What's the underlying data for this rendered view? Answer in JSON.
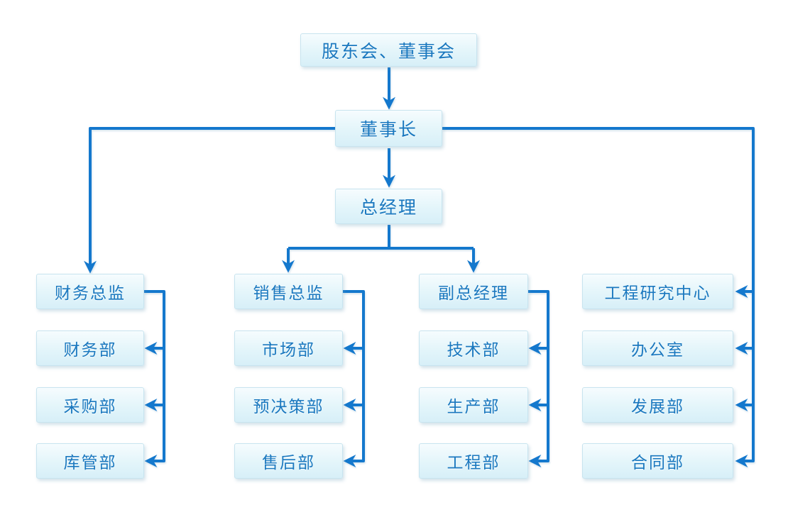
{
  "diagram": {
    "type": "org-chart",
    "colors": {
      "connector": "#1478cd",
      "node_text": "#1a78bf",
      "node_bg_top": "#f6fcfe",
      "node_bg_bottom": "#d7eff8",
      "node_border": "#c8e4ef"
    },
    "nodes": {
      "board": {
        "label": "股东会、董事会"
      },
      "chairman": {
        "label": "董事长"
      },
      "gm": {
        "label": "总经理"
      },
      "cfo": {
        "label": "财务总监"
      },
      "finance": {
        "label": "财务部"
      },
      "purchasing": {
        "label": "采购部"
      },
      "warehouse": {
        "label": "库管部"
      },
      "sales_director": {
        "label": "销售总监"
      },
      "marketing": {
        "label": "市场部"
      },
      "pre_decision": {
        "label": "预决策部"
      },
      "after_sales": {
        "label": "售后部"
      },
      "deputy_gm": {
        "label": "副总经理"
      },
      "technology": {
        "label": "技术部"
      },
      "production": {
        "label": "生产部"
      },
      "engineering": {
        "label": "工程部"
      },
      "research_center": {
        "label": "工程研究中心"
      },
      "office": {
        "label": "办公室"
      },
      "development": {
        "label": "发展部"
      },
      "contract": {
        "label": "合同部"
      }
    },
    "edges": [
      [
        "board",
        "chairman"
      ],
      [
        "chairman",
        "gm"
      ],
      [
        "chairman",
        "cfo"
      ],
      [
        "chairman",
        "research_center"
      ],
      [
        "chairman",
        "office"
      ],
      [
        "chairman",
        "development"
      ],
      [
        "chairman",
        "contract"
      ],
      [
        "gm",
        "sales_director"
      ],
      [
        "gm",
        "deputy_gm"
      ],
      [
        "cfo",
        "finance"
      ],
      [
        "cfo",
        "purchasing"
      ],
      [
        "cfo",
        "warehouse"
      ],
      [
        "sales_director",
        "marketing"
      ],
      [
        "sales_director",
        "pre_decision"
      ],
      [
        "sales_director",
        "after_sales"
      ],
      [
        "deputy_gm",
        "technology"
      ],
      [
        "deputy_gm",
        "production"
      ],
      [
        "deputy_gm",
        "engineering"
      ]
    ]
  }
}
